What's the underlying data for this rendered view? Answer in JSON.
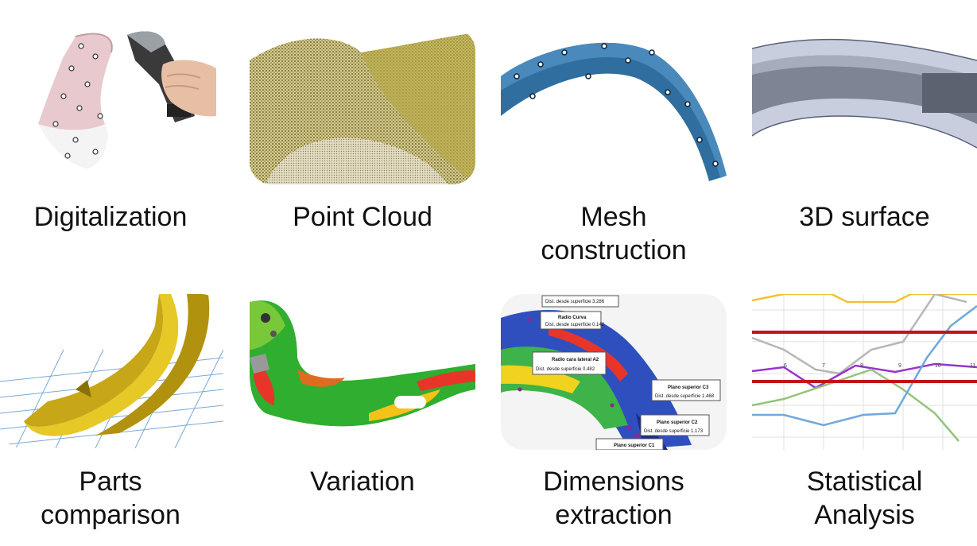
{
  "tiles": [
    {
      "label": "Digitalization",
      "image": "scanner-photo"
    },
    {
      "label": "Point Cloud",
      "image": "point-cloud-render"
    },
    {
      "label": "Mesh\nconstruction",
      "image": "mesh-render"
    },
    {
      "label": "3D surface",
      "image": "surface-render"
    },
    {
      "label": "Parts\ncomparison",
      "image": "parts-comparison-render"
    },
    {
      "label": "Variation",
      "image": "deviation-color-map"
    },
    {
      "label": "Dimensions\nextraction",
      "image": "dimension-annotations-render"
    },
    {
      "label": "Statistical\nAnalysis",
      "image": "statistical-line-chart"
    }
  ],
  "annotations": {
    "a1_title": "Dist. desde superficie 3.286",
    "a2_title": "Radio Curva",
    "a2_value": "Dist. desde superficie 0.142",
    "a3_title": "Radio cara lateral A2",
    "a3_value": "Dist. desde superficie 0.482",
    "a4_title": "Plano superior C3",
    "a4_value": "Dist. desde superficie 1.468",
    "a5_title": "Plano superior C2",
    "a5_value": "Dist. desde superficie 1.173",
    "a6_title": "Plano superior C1"
  },
  "chart_ticks": [
    "6",
    "7",
    "8",
    "9",
    "10",
    "11"
  ],
  "colors": {
    "mesh_blue": "#2f6e9f",
    "point_cloud_gold": "#a8952f",
    "part_yellow": "#d4b41a",
    "limit_red": "#c0141a",
    "surface_gray": "#8e96a6"
  }
}
